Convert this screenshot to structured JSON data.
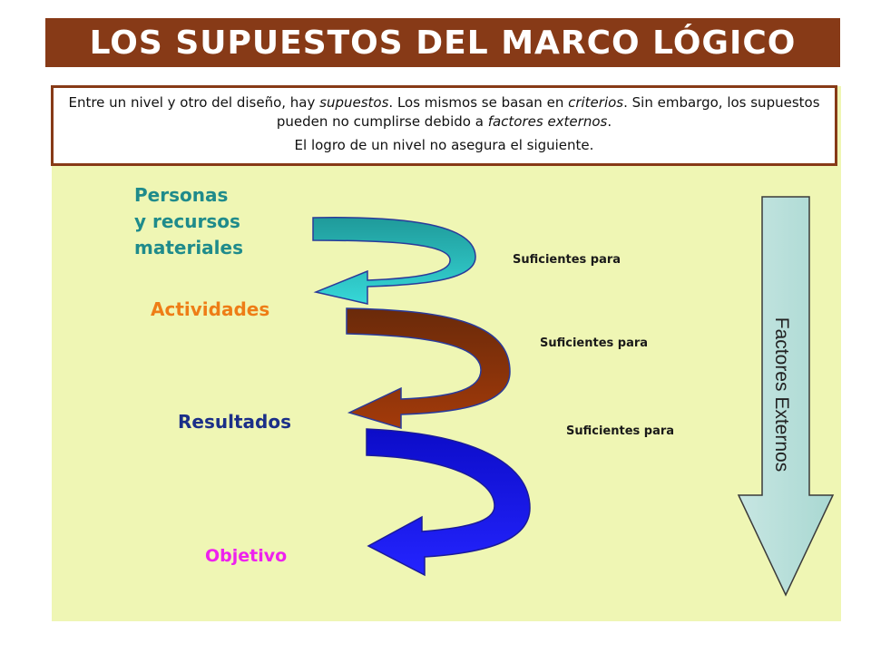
{
  "title": "LOS SUPUESTOS DEL MARCO LÓGICO",
  "intro": {
    "t1": "Entre un nivel y otro del diseño, hay ",
    "t2": "supuestos",
    "t3": ". Los mismos se basan en ",
    "t4": "criterios",
    "t5": ". Sin embargo, los supuestos pueden no cumplirse debido a ",
    "t6": "factores externos",
    "t7": ".",
    "second": "El logro de un nivel no asegura el siguiente."
  },
  "levels": {
    "personas": "Personas\ny recursos\nmateriales",
    "actividades": "Actividades",
    "resultados": "Resultados",
    "objetivo": "Objetivo"
  },
  "connectors": [
    "Suficientes para",
    "Suficientes para",
    "Suficientes para"
  ],
  "external_factors": "Factores Externos",
  "colors": {
    "title_bar": "#873a17",
    "panel": "#eff6b4",
    "arrow_teal": "#2bc6c6",
    "arrow_brown": "#9b3a0c",
    "arrow_blue": "#1a1aee",
    "arrow_side": "#b8e0dc"
  }
}
